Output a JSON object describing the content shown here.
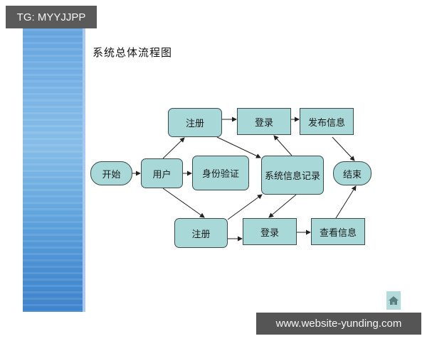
{
  "watermark_top": "TG: MYYJJPP",
  "watermark_bottom": "www.website-yunding.com",
  "slide": {
    "title": "系统总体流程图",
    "colors": {
      "node_fill": "#a9d8d9",
      "node_border": "#3c4a4a",
      "band": "#5f9fdc"
    },
    "nodes": {
      "start": "开始",
      "user": "用户",
      "identity_verify": "身份验证",
      "register_top": "注册",
      "login_top": "登录",
      "publish_info": "发布信息",
      "system_info_record": "系统信息记录",
      "end": "结束",
      "register_bottom": "注册",
      "login_bottom": "登录",
      "view_info": "查看信息"
    },
    "edges": [
      [
        "开始",
        "用户"
      ],
      [
        "用户",
        "身份验证"
      ],
      [
        "用户",
        "注册(上)"
      ],
      [
        "用户",
        "注册(下)"
      ],
      [
        "注册(上)",
        "登录(上)"
      ],
      [
        "注册(上)",
        "系统信息记录"
      ],
      [
        "登录(上)",
        "发布信息"
      ],
      [
        "系统信息记录",
        "登录(上)"
      ],
      [
        "发布信息",
        "结束"
      ],
      [
        "注册(下)",
        "系统信息记录"
      ],
      [
        "注册(下)",
        "登录(下)"
      ],
      [
        "系统信息记录",
        "登录(下)"
      ],
      [
        "登录(下)",
        "查看信息"
      ],
      [
        "查看信息",
        "结束"
      ]
    ],
    "home_icon": "home-icon"
  }
}
